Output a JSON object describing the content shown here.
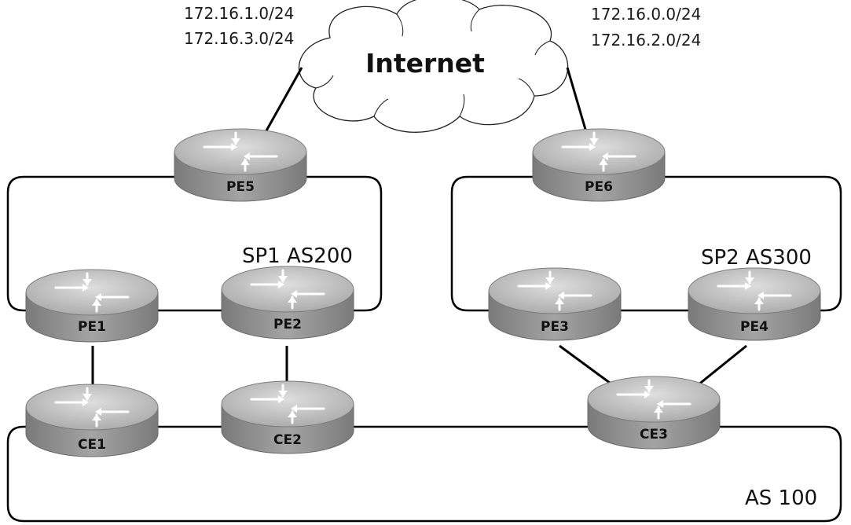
{
  "cloud": {
    "label": "Internet"
  },
  "left_prefixes": [
    "172.16.1.0/24",
    "172.16.3.0/24"
  ],
  "right_prefixes": [
    "172.16.0.0/24",
    "172.16.2.0/24"
  ],
  "sp1_label": "SP1 AS200",
  "sp2_label": "SP2 AS300",
  "as100_label": "AS 100",
  "routers": {
    "pe5": "PE5",
    "pe6": "PE6",
    "pe1": "PE1",
    "pe2": "PE2",
    "pe3": "PE3",
    "pe4": "PE4",
    "ce1": "CE1",
    "ce2": "CE2",
    "ce3": "CE3"
  },
  "colors": {
    "router_body": "#8f8f8f",
    "router_top": "#c4c4c4",
    "link": "#000000"
  }
}
